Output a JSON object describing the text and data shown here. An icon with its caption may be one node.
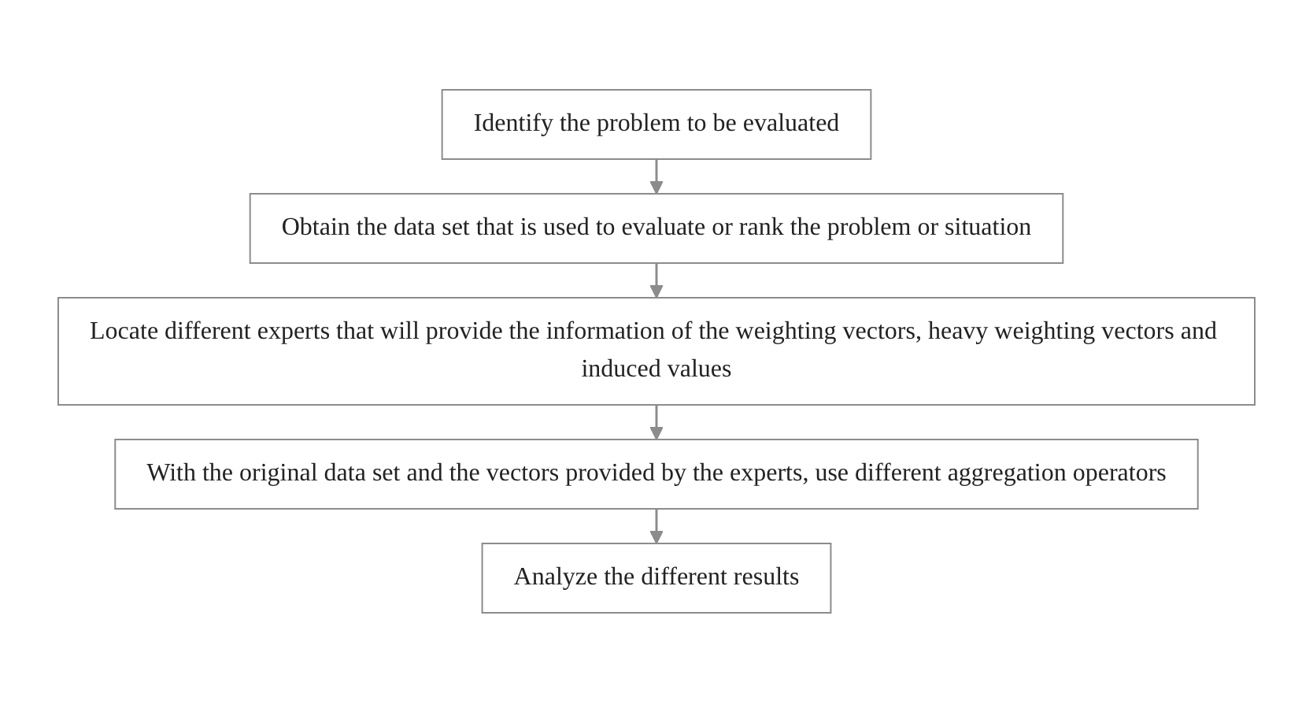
{
  "diagram": {
    "nodes": [
      {
        "text": [
          "Identify the problem to be evaluated"
        ]
      },
      {
        "text": [
          "Obtain the data set that is used to evaluate or rank the problem or situation"
        ]
      },
      {
        "text": [
          "Locate different experts that will provide the information of the weighting vectors, heavy weighting vectors and induced values"
        ]
      },
      {
        "text": [
          "With the original data set and the vectors provided by the experts, use different aggregation operators"
        ]
      },
      {
        "text": [
          "Analyze the different results"
        ]
      }
    ],
    "edges": [
      {
        "from": 0,
        "to": 1,
        "arrow": "to"
      },
      {
        "from": 1,
        "to": 2,
        "arrow": "to"
      },
      {
        "from": 2,
        "to": 3,
        "arrow": "to"
      },
      {
        "from": 3,
        "to": 4,
        "arrow": "to"
      }
    ]
  }
}
